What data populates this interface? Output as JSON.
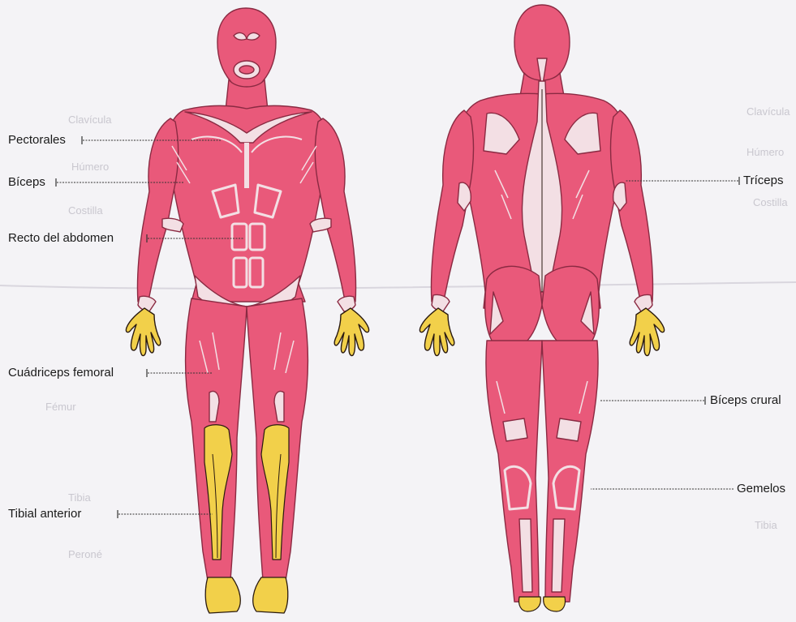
{
  "labels": {
    "front": {
      "pectorales": "Pectorales",
      "biceps": "Bíceps",
      "recto": "Recto del abdomen",
      "cuadriceps": "Cuádriceps femoral",
      "tibial": "Tibial anterior"
    },
    "back": {
      "triceps": "Tríceps",
      "biceps_crural": "Bíceps crural",
      "gemelos": "Gemelos"
    }
  },
  "bleed_through_text": [
    "Clavícula",
    "Húmero",
    "Costilla",
    "Fémur",
    "Tibia",
    "Peroné"
  ],
  "colors": {
    "muscle": "#e9597a",
    "muscle_dark": "#c23a5b",
    "tendon": "#f3dfe4",
    "hands_feet": "#f2d04a",
    "background": "#f4f3f6",
    "leader_line": "#333333"
  }
}
